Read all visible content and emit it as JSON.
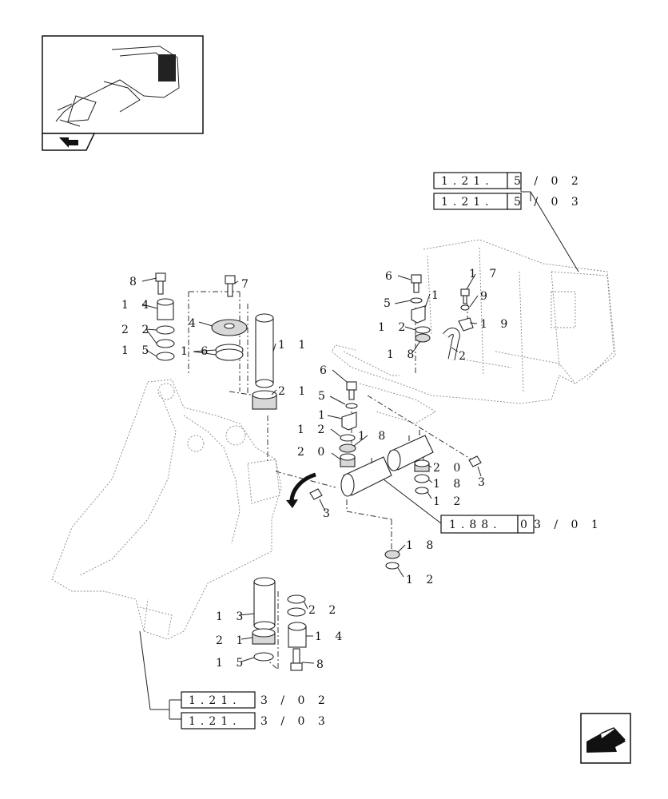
{
  "thumbnail": {
    "icon": "navigate-back-arrow-icon"
  },
  "nav": {
    "icon": "next-page-arrow-icon"
  },
  "references": {
    "top_1": {
      "code": "1.21.",
      "suffix": "5 / 0 2"
    },
    "top_2": {
      "code": "1.21.",
      "suffix": "5 / 0 3"
    },
    "mid": {
      "code": "1.88.",
      "tail": "0",
      "suffix": "3 / 0 1"
    },
    "bottom_1": {
      "code": "1.21.",
      "suffix": "3 / 0 2"
    },
    "bottom_2": {
      "code": "1.21.",
      "suffix": "3 / 0 3"
    }
  },
  "callouts": {
    "c8a": "8",
    "c7": "7",
    "c14a": "1 4",
    "c4": "4",
    "c22a": "2 2",
    "c16": "1 6",
    "c11": "1 1",
    "c15a": "1 5",
    "c21a": "2 1",
    "c6a": "6",
    "c5a": "5",
    "c1a": "1",
    "c12a": "1 2",
    "c18a": "1 8",
    "c17": "1 7",
    "c9": "9",
    "c19": "1 9",
    "c2": "2",
    "c6b": "6",
    "c5b": "5",
    "c1b": "1",
    "c12b": "1 2",
    "c18b": "1 8",
    "c20a": "2 0",
    "c3a": "3",
    "c20b": "2 0",
    "c18c": "1 8",
    "c12c": "1 2",
    "c3b": "3",
    "c18d": "1 8",
    "c12d": "1 2",
    "c13": "1 3",
    "c22b": "2 2",
    "c21b": "2 1",
    "c14b": "1 4",
    "c15b": "1 5",
    "c8b": "8"
  }
}
